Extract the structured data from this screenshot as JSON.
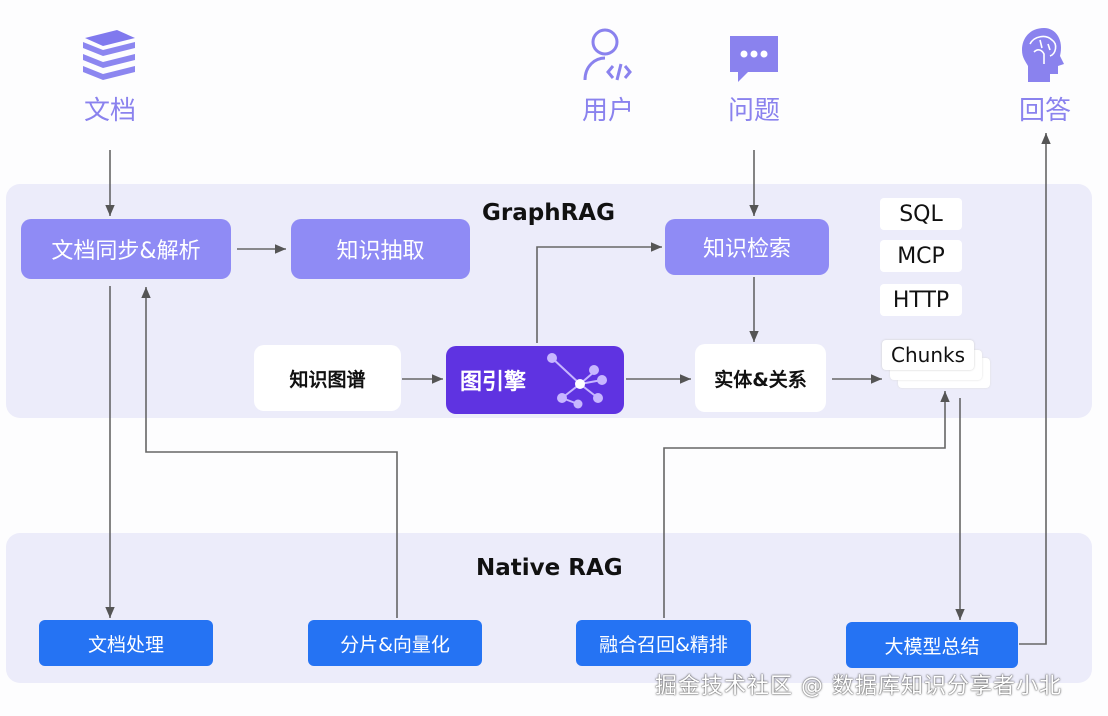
{
  "actors": {
    "docs": {
      "label": "文档",
      "icon": "books-icon"
    },
    "user": {
      "label": "用户",
      "icon": "user-code-icon"
    },
    "question": {
      "label": "问题",
      "icon": "chat-bubble-icon"
    },
    "answer": {
      "label": "回答",
      "icon": "brain-head-icon"
    }
  },
  "graphrag": {
    "title": "GraphRAG",
    "doc_sync": "文档同步&解析",
    "extract": "知识抽取",
    "retrieve": "知识检索",
    "kg": "知识图谱",
    "engine": "图引擎",
    "entity": "实体&关系",
    "tags": [
      "SQL",
      "MCP",
      "HTTP"
    ],
    "chunks": "Chunks"
  },
  "native": {
    "title": "Native RAG",
    "doc_process": "文档处理",
    "chunk_vec": "分片&向量化",
    "fusion": "融合召回&精排",
    "llm": "大模型总结"
  },
  "colors": {
    "lavender": "#8f8bf5",
    "engine": "#5f33e1",
    "blue": "#2573f3",
    "panel": "#ececfa",
    "icon": "#8a82ee"
  },
  "watermark": "掘金技术社区 @ 数据库知识分享者小北"
}
